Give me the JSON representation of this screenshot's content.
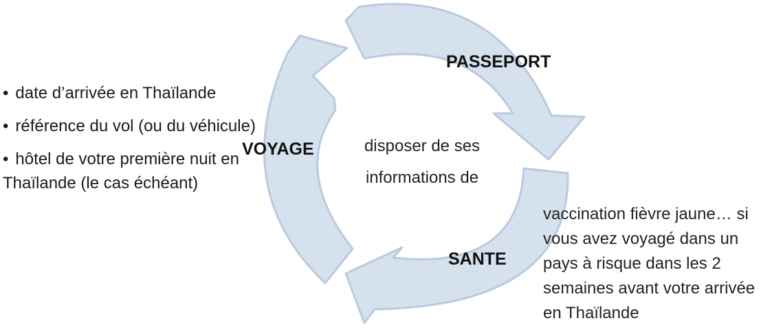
{
  "colors": {
    "arrow_fill": "#d6e1ee",
    "arrow_stroke": "#b9cadf"
  },
  "cycle": {
    "center_text": {
      "line1": "disposer de ses",
      "line2": "informations de"
    },
    "labels": {
      "passeport": "PASSEPORT",
      "voyage": "VOYAGE",
      "sante": "SANTE"
    }
  },
  "voyage_details": {
    "bullet": "•",
    "items": [
      "date d’arrivée en Thaïlande",
      "référence du vol (ou du véhicule)",
      "hôtel de votre première nuit en Thaïlande (le cas échéant)"
    ]
  },
  "sante_details": {
    "text": "vaccination fièvre jaune… si vous avez voyagé dans un pays à risque dans les 2 semaines avant votre arrivée en Thaïlande"
  }
}
